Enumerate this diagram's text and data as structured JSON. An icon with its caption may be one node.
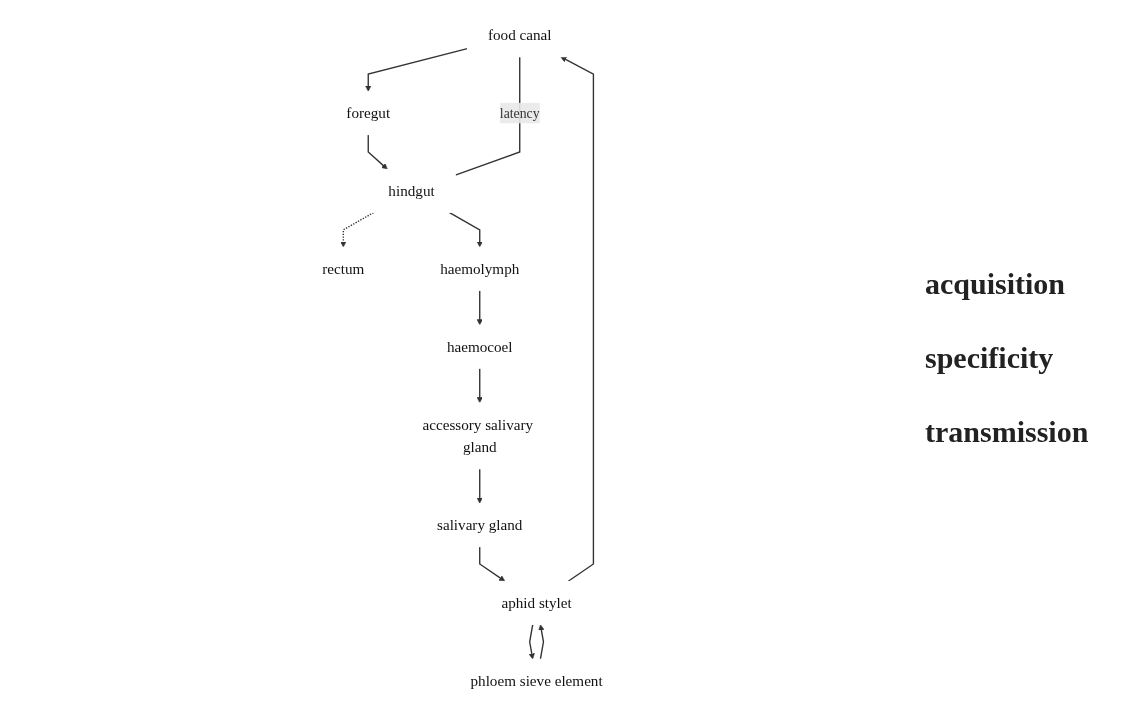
{
  "diagram": {
    "nodes": [
      {
        "text": [
          "food canal"
        ]
      },
      {
        "text": [
          "foregut"
        ]
      },
      {
        "text": [
          "hindgut"
        ]
      },
      {
        "text": [
          "rectum"
        ]
      },
      {
        "text": [
          "haemolymph"
        ]
      },
      {
        "text": [
          "haemocoel"
        ]
      },
      {
        "text": [
          "accessory salivary gland"
        ]
      },
      {
        "text": [
          "salivary gland"
        ]
      },
      {
        "text": [
          "aphid stylet"
        ]
      },
      {
        "text": [
          "phloem sieve element"
        ]
      }
    ],
    "edges": [
      {
        "from": 0,
        "to": 1,
        "arrow": "to"
      },
      {
        "from": 1,
        "to": 2,
        "arrow": "to"
      },
      {
        "from": 2,
        "to": 3,
        "arrow": "to",
        "style": "dashed"
      },
      {
        "from": 2,
        "to": 4,
        "arrow": "to"
      },
      {
        "from": 4,
        "to": 5,
        "arrow": "to"
      },
      {
        "from": 5,
        "to": 6,
        "arrow": "to"
      },
      {
        "from": 6,
        "to": 7,
        "arrow": "to"
      },
      {
        "from": 7,
        "to": 8,
        "arrow": "to"
      },
      {
        "from": 8,
        "to": 0,
        "arrow": "to"
      },
      {
        "from": 9,
        "to": 8,
        "arrow": "to"
      },
      {
        "from": 8,
        "to": 9,
        "arrow": "to"
      },
      {
        "from": 0,
        "to": 2,
        "arrow": "none",
        "label": "latency"
      }
    ],
    "labels": [
      "acquisition",
      "specificity",
      "transmission"
    ]
  }
}
